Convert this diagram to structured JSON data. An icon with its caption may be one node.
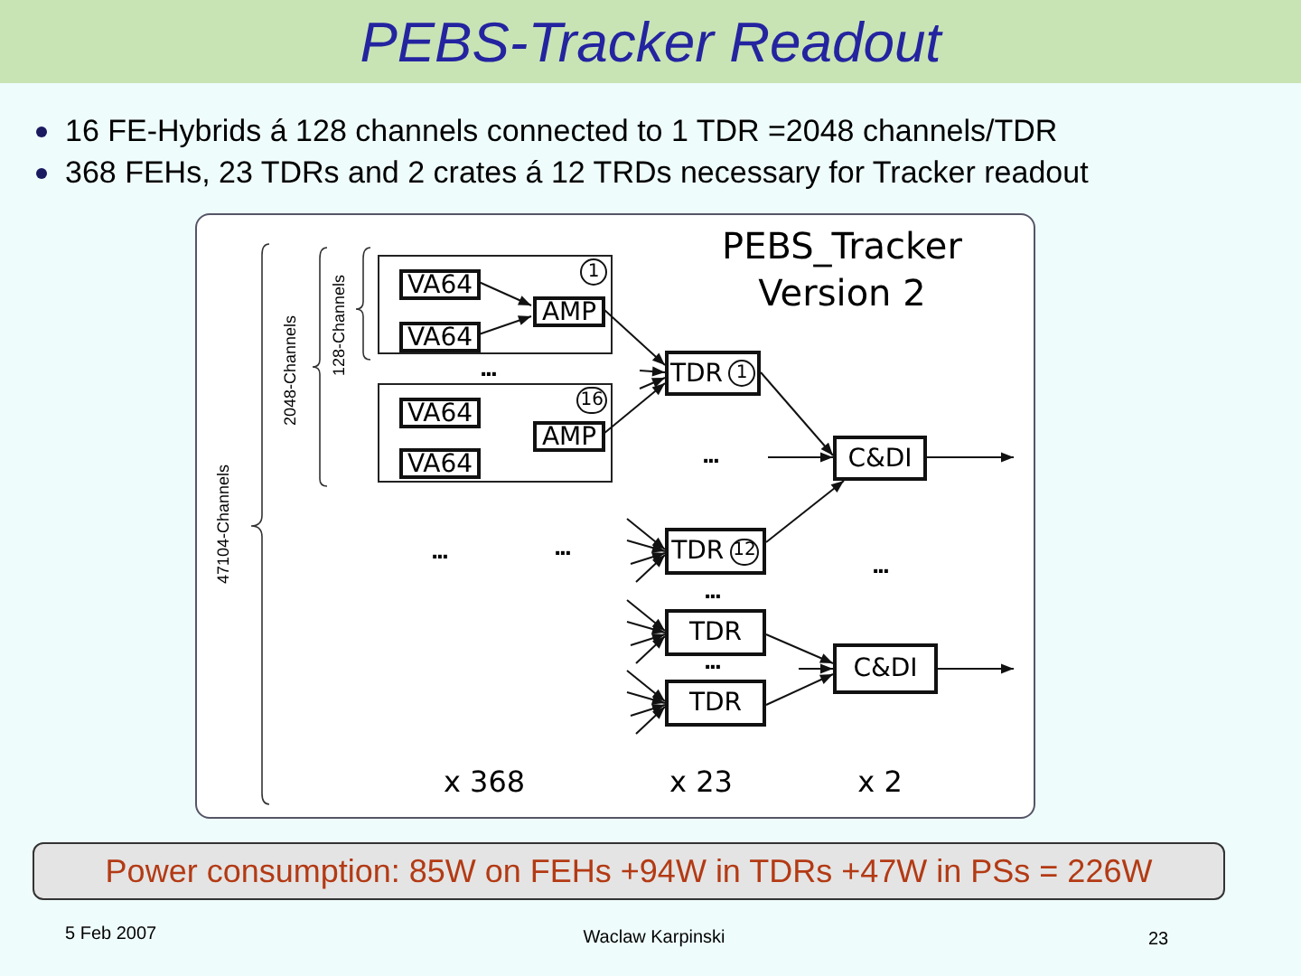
{
  "diagram": {
    "title": "PEBS-Tracker Readout",
    "nodes": [
      {
        "text": [
          "1"
        ]
      },
      {
        "text": [
          "VA64"
        ],
        "in": 0
      },
      {
        "text": [
          "VA64"
        ],
        "in": 0
      },
      {
        "text": [
          "AMP"
        ],
        "in": 0
      },
      {
        "text": [
          "16"
        ]
      },
      {
        "text": [
          "VA64"
        ],
        "in": 4
      },
      {
        "text": [
          "VA64"
        ],
        "in": 4
      },
      {
        "text": [
          "AMP"
        ],
        "in": 4
      },
      {
        "text": [
          "TDR",
          "1"
        ]
      },
      {
        "text": [
          "C&DI"
        ]
      },
      {
        "text": [
          "TDR",
          "12"
        ]
      },
      {
        "text": [
          "TDR"
        ]
      },
      {
        "text": [
          "TDR"
        ]
      },
      {
        "text": [
          "C&DI"
        ]
      },
      {
        "text": [
          "Power consumption: 85W on FEHs +94W in TDRs +47W in PSs = 226W"
        ]
      }
    ],
    "edges": [
      {
        "from": 1,
        "to": 3,
        "arrow": "to"
      },
      {
        "from": 2,
        "to": 3,
        "arrow": "to"
      },
      {
        "from": 3,
        "to": 8,
        "arrow": "to"
      },
      {
        "from": 7,
        "to": 8,
        "arrow": "to"
      },
      {
        "from": null,
        "to": 8,
        "arrow": "to"
      },
      {
        "from": null,
        "to": 8,
        "arrow": "to"
      },
      {
        "from": 8,
        "to": 9,
        "arrow": "to"
      },
      {
        "from": null,
        "to": 9,
        "arrow": "to"
      },
      {
        "from": 10,
        "to": 9,
        "arrow": "to"
      },
      {
        "from": 9,
        "to": null,
        "arrow": "to"
      },
      {
        "from": null,
        "to": 10,
        "arrow": "to"
      },
      {
        "from": null,
        "to": 10,
        "arrow": "to"
      },
      {
        "from": null,
        "to": 10,
        "arrow": "to"
      },
      {
        "from": null,
        "to": 10,
        "arrow": "to"
      },
      {
        "from": null,
        "to": 11,
        "arrow": "to"
      },
      {
        "from": null,
        "to": 11,
        "arrow": "to"
      },
      {
        "from": null,
        "to": 11,
        "arrow": "to"
      },
      {
        "from": null,
        "to": 11,
        "arrow": "to"
      },
      {
        "from": null,
        "to": 12,
        "arrow": "to"
      },
      {
        "from": null,
        "to": 12,
        "arrow": "to"
      },
      {
        "from": null,
        "to": 12,
        "arrow": "to"
      },
      {
        "from": null,
        "to": 12,
        "arrow": "to"
      },
      {
        "from": 11,
        "to": 13,
        "arrow": "to"
      },
      {
        "from": 12,
        "to": 13,
        "arrow": "to"
      },
      {
        "from": null,
        "to": 13,
        "arrow": "to"
      },
      {
        "from": 13,
        "to": null,
        "arrow": "to"
      }
    ],
    "labels": [
      "16 FE-Hybrids á 128 channels  connected to 1 TDR =2048 channels/TDR",
      "368 FEHs, 23 TDRs and 2 crates á 12 TRDs necessary for Tracker readout",
      "PEBS_Tracker",
      "Version 2",
      "128-Channels",
      "2048-Channels",
      "47104-Channels",
      "...",
      "...",
      "...",
      "...",
      "...",
      "...",
      "...",
      "x 368",
      "x 23",
      "x 2",
      "5 Feb 2007",
      "Waclaw Karpinski",
      "23"
    ]
  }
}
